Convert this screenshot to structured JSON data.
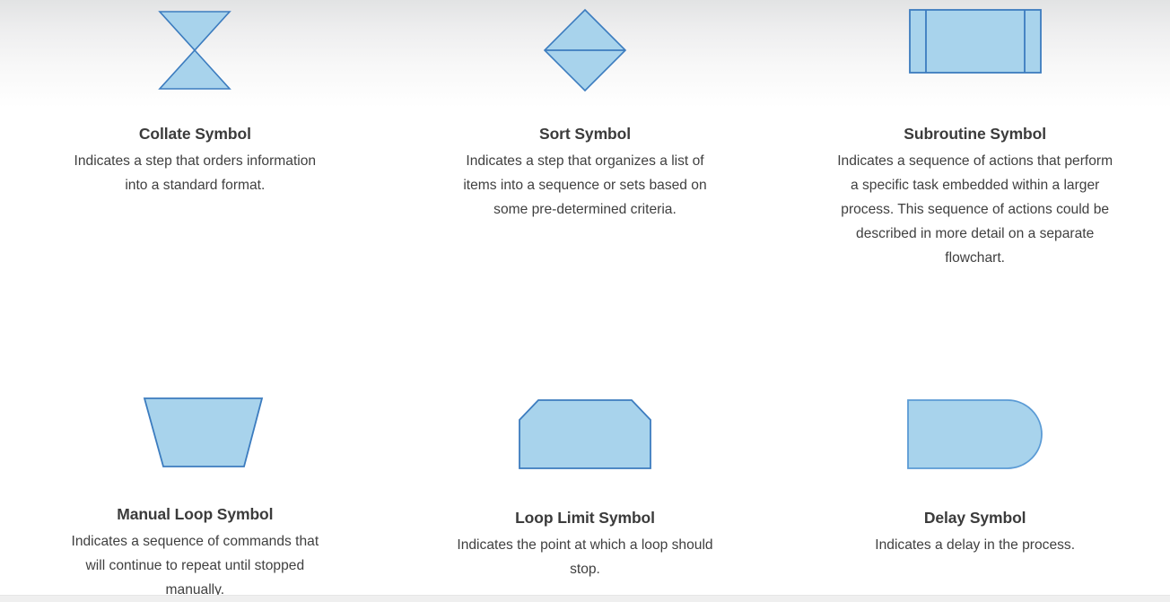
{
  "theme": {
    "shape_fill": "#a8d3ec",
    "shape_stroke": "#3c7cbf",
    "shape_stroke_light": "#5b9bd5",
    "title_color": "#3b3b3b",
    "text_color": "#3f3f3f",
    "page_background": "#ffffff",
    "top_gradient_start": "#e2e3e4",
    "bottom_band": "#efefef"
  },
  "symbols": [
    {
      "icon": "collate-symbol-icon",
      "title": "Collate Symbol",
      "description": "Indicates a step that orders information into a standard format."
    },
    {
      "icon": "sort-symbol-icon",
      "title": "Sort Symbol",
      "description": "Indicates a step that organizes a list of items into a sequence or sets based on some pre-determined criteria."
    },
    {
      "icon": "subroutine-symbol-icon",
      "title": "Subroutine Symbol",
      "description": "Indicates a sequence of actions that perform a specific task embedded within a larger process. This sequence of actions could be described in more detail on a separate flowchart."
    },
    {
      "icon": "manual-loop-symbol-icon",
      "title": "Manual Loop Symbol",
      "description": "Indicates a sequence of commands that will continue to repeat until stopped manually."
    },
    {
      "icon": "loop-limit-symbol-icon",
      "title": "Loop Limit Symbol",
      "description": "Indicates the point at which a loop should stop."
    },
    {
      "icon": "delay-symbol-icon",
      "title": "Delay Symbol",
      "description": "Indicates a delay in the process."
    }
  ]
}
